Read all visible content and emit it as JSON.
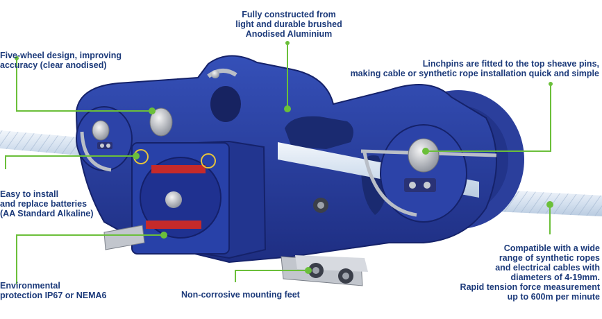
{
  "callouts": {
    "aluminium": "Fully constructed from\nlight and durable brushed\nAnodised Aluminium",
    "five_wheel": "Five-wheel design, improving\naccuracy (clear anodised)",
    "linchpins": "Linchpins are fitted to the top sheave pins,\nmaking cable or synthetic rope installation quick and simple",
    "batteries": "Easy to install\nand replace batteries\n(AA Standard Alkaline)",
    "environmental": "Environmental\nprotection IP67 or NEMA6",
    "mounting_feet": "Non-corrosive mounting feet",
    "compatible": "Compatible with a wide\nrange of synthetic ropes\nand electrical cables with\ndiameters of 4-19mm.\nRapid tension force measurement\nup to 600m per minute"
  },
  "colors": {
    "callout_text": "#1c3a7a",
    "leader_line": "#6bbf3a",
    "device_body": "#2a3fa0",
    "device_dark": "#1b2a72",
    "rope": "#dfe9f4"
  }
}
